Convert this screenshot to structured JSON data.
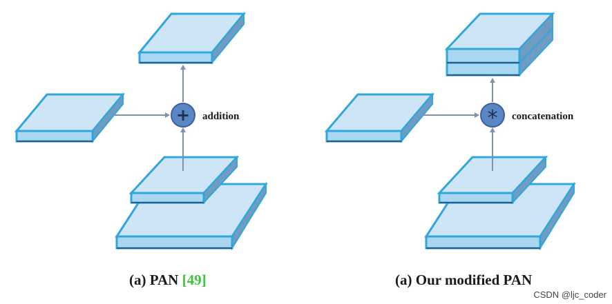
{
  "left_panel": {
    "operation_symbol": "+",
    "operation_label": "addition",
    "caption_main": "(a) PAN ",
    "caption_ref": "[49]"
  },
  "right_panel": {
    "operation_symbol": "*",
    "operation_label": "concatenation",
    "caption_main": "(a) Our modified PAN"
  },
  "watermark": "CSDN @ljc_coder",
  "colors": {
    "block_top": "#cde5f6",
    "block_front": "#a9d6f0",
    "block_side": "#6f9cc0",
    "block_edge": "#2fa6de",
    "block_shadow": "#2a5d8c",
    "arrow": "#7d93ad",
    "node_fill": "#5b86c4",
    "node_stroke": "#3a5f97",
    "reference": "#3cc43c"
  }
}
